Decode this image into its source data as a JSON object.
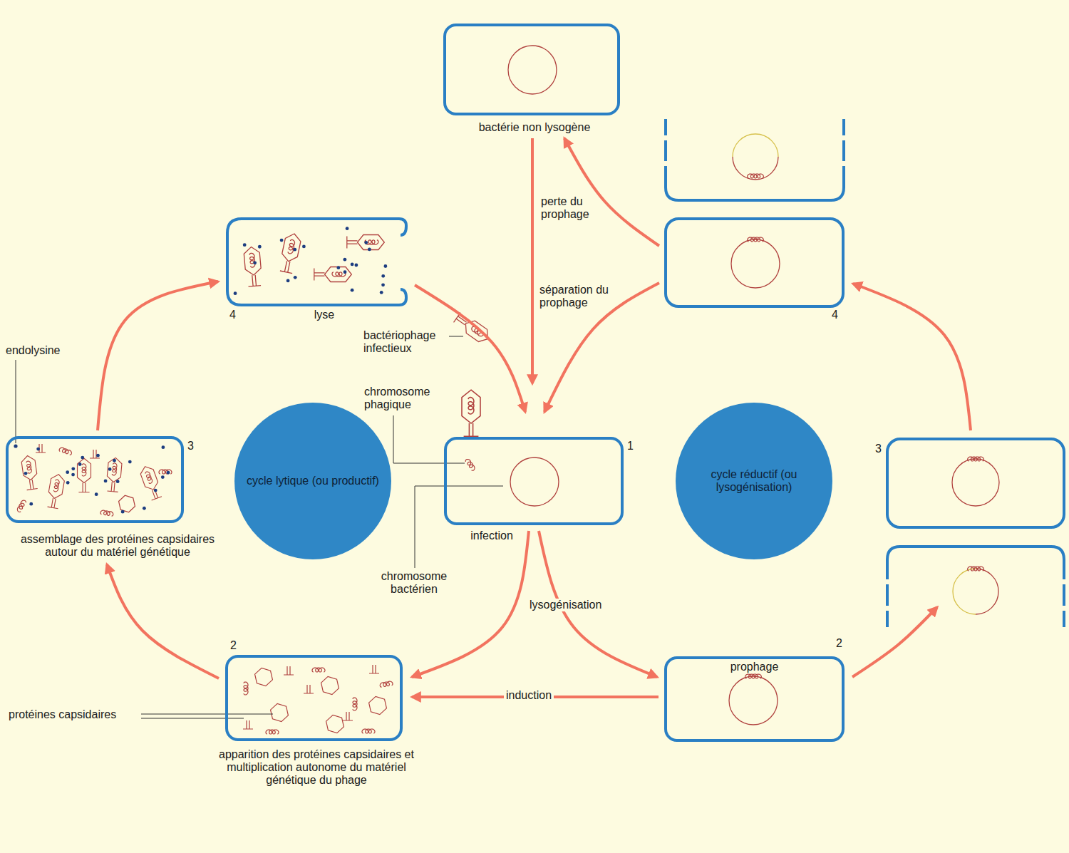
{
  "diagram": {
    "nodes": [
      {
        "text": [
          "bactérie non lysogène"
        ]
      },
      {
        "text": [
          "lyse"
        ]
      },
      {
        "text": [
          "infection"
        ]
      },
      {
        "text": [
          "cycle lytique (ou productif)"
        ]
      },
      {
        "text": [
          "cycle réductif (ou lysogénisation)"
        ]
      },
      {
        "text": [
          "assemblage des protéines capsidaires autour du matériel génétique"
        ]
      },
      {
        "text": [
          "apparition des protéines capsidaires et multiplication autonome du matériel génétique du phage"
        ]
      },
      {
        "text": [
          "prophage"
        ]
      }
    ],
    "edges": [
      {
        "from": 1,
        "to": 2,
        "arrow": "to"
      },
      {
        "from": 0,
        "to": 2,
        "arrow": "to"
      },
      {
        "from": 2,
        "to": 6,
        "arrow": "to"
      },
      {
        "from": 2,
        "to": 7,
        "arrow": "to",
        "label": "lysogénisation"
      },
      {
        "from": 7,
        "to": 6,
        "arrow": "to",
        "label": "induction"
      },
      {
        "from": 6,
        "to": 5,
        "arrow": "to"
      },
      {
        "from": 5,
        "to": 1,
        "arrow": "to"
      }
    ],
    "labels": [
      "4",
      "endolysine",
      "bactériophage infectieux",
      "chromosome phagique",
      "chromosome bactérien",
      "1",
      "3",
      "protéines capsidaires",
      "2",
      "2",
      "3",
      "4",
      "perte du prophage",
      "séparation du prophage"
    ]
  }
}
